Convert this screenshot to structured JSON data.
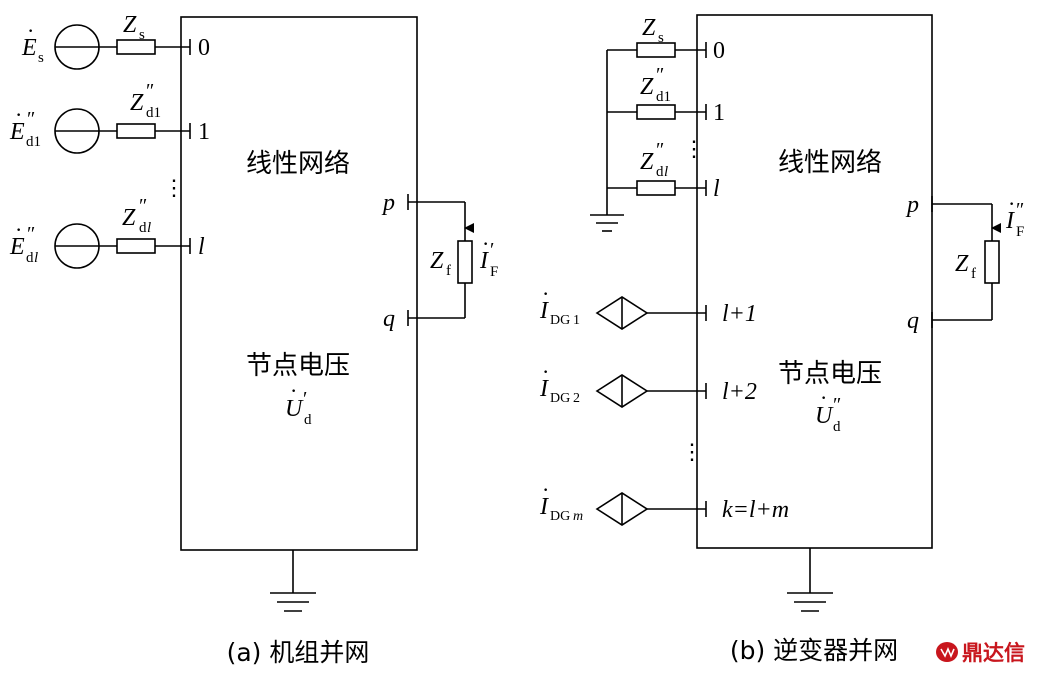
{
  "network_label": "线性网络",
  "voltage_label": "节点电压",
  "caption_a": "(a) 机组并网",
  "caption_b": "(b) 逆变器并网",
  "logo_text": "鼎达信",
  "node_0": "0",
  "node_1": "1",
  "node_l": "l",
  "node_l1": "l+1",
  "node_l2": "l+2",
  "node_k_pre": "k=",
  "node_k_post": "l+m",
  "node_p": "p",
  "node_q": "q",
  "dots": "⋮",
  "sym_E": "E",
  "sym_Z": "Z",
  "sym_I": "I",
  "sym_U": "U",
  "sub_s": "s",
  "sub_d1": "d1",
  "sub_d": "d",
  "sub_dl_d": "d",
  "sub_dl_l": "l",
  "sub_f": "f",
  "sub_F": "F",
  "sub_DG": "DG",
  "sub_1": "1",
  "sub_2": "2",
  "sub_m": "m",
  "prime1": "′",
  "prime2": "″",
  "dot_accent": "·",
  "colors": {
    "line": "#000000",
    "logo": "#c8161d"
  }
}
